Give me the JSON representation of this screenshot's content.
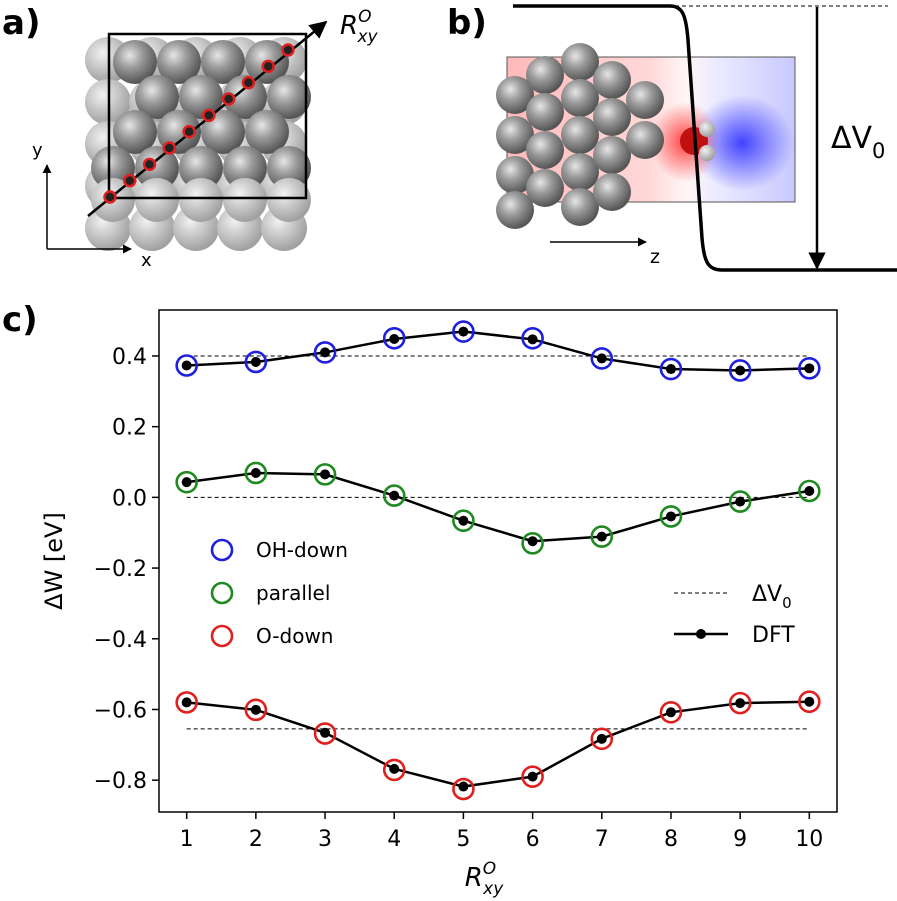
{
  "panels": {
    "a": {
      "label": "a)",
      "axis_label": "R",
      "axis_label_sup": "O",
      "axis_label_sub": "xy",
      "x_label": "x",
      "y_label": "y",
      "marker_count": 10
    },
    "b": {
      "label": "b)",
      "z_label": "z",
      "delta_label": "ΔV",
      "delta_sub": "0"
    },
    "c": {
      "label": "c)"
    }
  },
  "colors": {
    "oh_down": "#1f1fe0",
    "parallel": "#1f8a1f",
    "o_down": "#e01f1f",
    "dft": "#000000",
    "atom": "#8c8c8c"
  },
  "chart_data": {
    "type": "line",
    "xlabel": "R",
    "xlabel_sup": "O",
    "xlabel_sub": "xy",
    "ylabel": "ΔW  [eV]",
    "xlim": [
      0.6,
      10.4
    ],
    "ylim": [
      -0.89,
      0.53
    ],
    "xticks": [
      1,
      2,
      3,
      4,
      5,
      6,
      7,
      8,
      9,
      10
    ],
    "yticks": [
      -0.8,
      -0.6,
      -0.4,
      -0.2,
      0.0,
      0.2,
      0.4
    ],
    "ytick_labels": [
      "−0.8",
      "−0.6",
      "−0.4",
      "−0.2",
      "0.0",
      "0.2",
      "0.4"
    ],
    "x": [
      1,
      2,
      3,
      4,
      5,
      6,
      7,
      8,
      9,
      10
    ],
    "series": [
      {
        "name": "OH-down",
        "color": "#1f1fe0",
        "delta_v0": 0.4,
        "values": [
          0.373,
          0.383,
          0.41,
          0.45,
          0.469,
          0.45,
          0.393,
          0.363,
          0.359,
          0.365
        ],
        "dft": [
          0.373,
          0.383,
          0.41,
          0.448,
          0.469,
          0.447,
          0.393,
          0.363,
          0.359,
          0.365
        ]
      },
      {
        "name": "parallel",
        "color": "#1f8a1f",
        "delta_v0": 0.0,
        "values": [
          0.043,
          0.069,
          0.065,
          0.005,
          -0.066,
          -0.13,
          -0.111,
          -0.054,
          -0.012,
          0.018
        ],
        "dft": [
          0.043,
          0.069,
          0.065,
          0.005,
          -0.066,
          -0.124,
          -0.111,
          -0.054,
          -0.012,
          0.018
        ]
      },
      {
        "name": "O-down",
        "color": "#e01f1f",
        "delta_v0": -0.655,
        "values": [
          -0.58,
          -0.601,
          -0.668,
          -0.771,
          -0.825,
          -0.79,
          -0.683,
          -0.608,
          -0.582,
          -0.578
        ],
        "dft": [
          -0.58,
          -0.601,
          -0.666,
          -0.768,
          -0.818,
          -0.79,
          -0.683,
          -0.608,
          -0.582,
          -0.578
        ]
      }
    ],
    "legend_left": [
      "OH-down",
      "parallel",
      "O-down"
    ],
    "legend_right": [
      "ΔV",
      "DFT"
    ],
    "legend_right_sub": "0"
  }
}
